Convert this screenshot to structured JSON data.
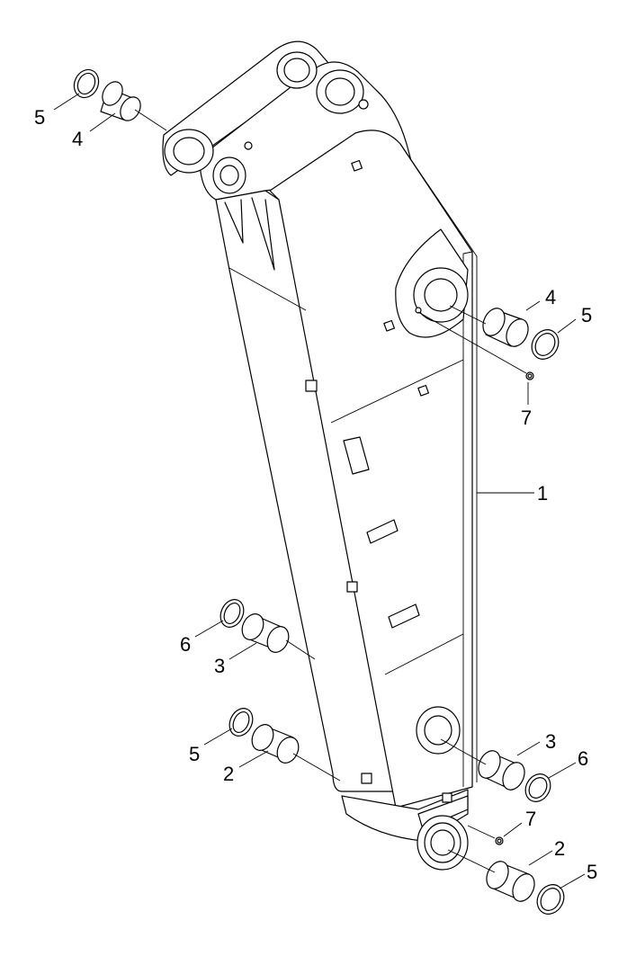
{
  "callouts": {
    "boom_structure": "1",
    "bushing_foot_lower": "2",
    "bushing_cylinder_left": "3",
    "bushing_cylinder_right": "3",
    "bushing_top_left": "4",
    "bushing_mid_right": "4",
    "shim_top_left": "5",
    "shim_mid_right": "5",
    "shim_left_lower": "5",
    "shim_foot_lower": "5",
    "shim_left_mid": "6",
    "shim_right_cyl": "6",
    "grease_fitting_mid": "7",
    "grease_fitting_foot": "7",
    "bushing_left_lower": "2"
  }
}
